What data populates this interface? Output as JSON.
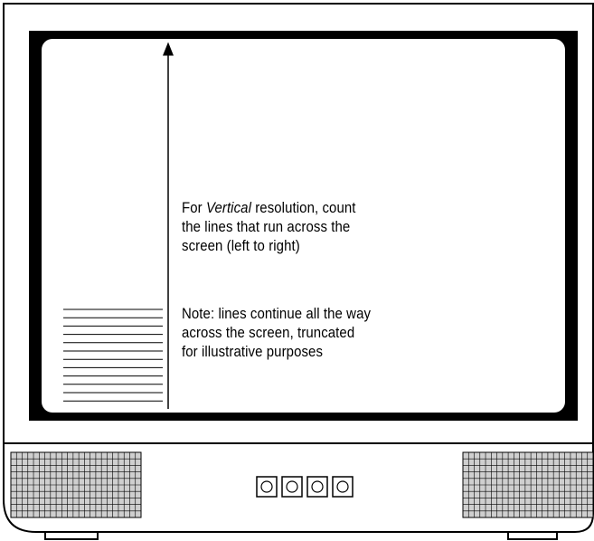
{
  "diagram": {
    "caption": {
      "prefix": "For ",
      "emphasis": "Vertical",
      "suffix": " resolution, count the lines that run across the screen (left to right)"
    },
    "note": "Note: lines continue all the way across the screen, truncated for illustrative purposes",
    "scan_lines_shown": 12,
    "speaker_grille_cells": {
      "columns": 23,
      "rows": 10
    },
    "buttons_count": 4
  }
}
